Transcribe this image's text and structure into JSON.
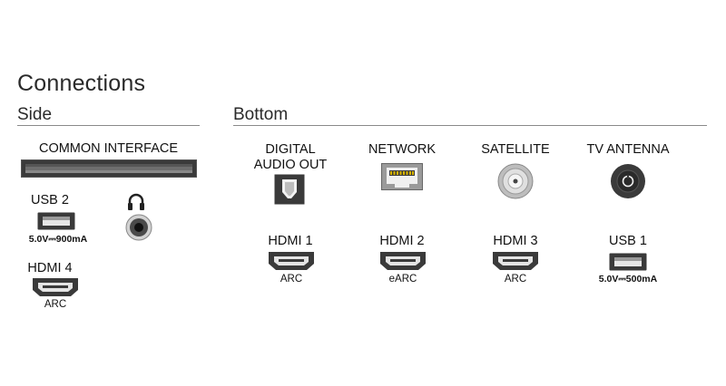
{
  "page": {
    "title": "Connections",
    "side_heading": "Side",
    "bottom_heading": "Bottom"
  },
  "side": {
    "common_interface": "COMMON INTERFACE",
    "usb2": {
      "label": "USB 2",
      "spec": "5.0V⎓900mA"
    },
    "hdmi4": {
      "label": "HDMI 4",
      "sub": "ARC"
    },
    "headphone_icon": "headphones-icon"
  },
  "bottom": {
    "digital_audio_out": {
      "line1": "DIGITAL",
      "line2": "AUDIO OUT"
    },
    "network": {
      "label": "NETWORK"
    },
    "satellite": {
      "label": "SATELLITE"
    },
    "tv_antenna": {
      "label": "TV ANTENNA"
    },
    "hdmi1": {
      "label": "HDMI 1",
      "sub": "ARC"
    },
    "hdmi2": {
      "label": "HDMI 2",
      "sub": "eARC"
    },
    "hdmi3": {
      "label": "HDMI 3",
      "sub": "ARC"
    },
    "usb1": {
      "label": "USB 1",
      "spec": "5.0V⎓500mA"
    }
  },
  "colors": {
    "port_dark": "#3a3a3a",
    "port_mid": "#8c8c8c",
    "port_light": "#d9d9d9",
    "rule": "#8a8a8a"
  }
}
